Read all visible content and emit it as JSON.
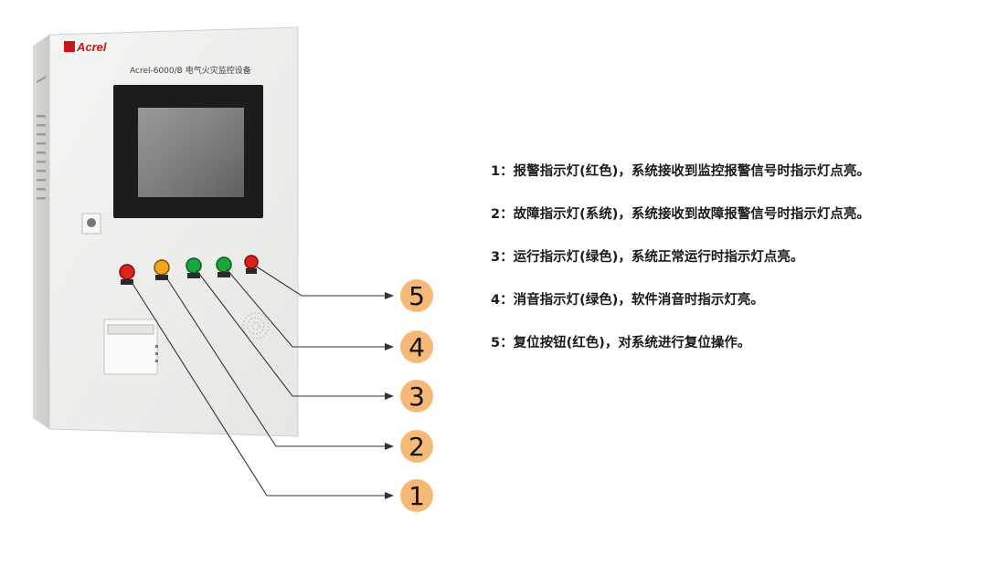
{
  "device": {
    "brand": "Acrel",
    "model_title": "Acrel-6000/B 电气火灾监控设备"
  },
  "colors": {
    "cabinet": "#eeeeec",
    "accent_red": "#c8161d",
    "callout_orange": "#f5b877",
    "lamp_red": "#e0201b",
    "lamp_yellow": "#f3a51b",
    "lamp_green": "#1aa63c"
  },
  "callouts": [
    {
      "num": "5",
      "lamp": "lamp-5"
    },
    {
      "num": "4",
      "lamp": "lamp-4"
    },
    {
      "num": "3",
      "lamp": "lamp-3"
    },
    {
      "num": "2",
      "lamp": "lamp-2"
    },
    {
      "num": "1",
      "lamp": "lamp-1"
    }
  ],
  "legend": [
    "1：报警指示灯(红色)，系统接收到监控报警信号时指示灯点亮。",
    "2：故障指示灯(系统)，系统接收到故障报警信号时指示灯点亮。",
    "3：运行指示灯(绿色)，系统正常运行时指示灯点亮。",
    "4：消音指示灯(绿色)，软件消音时指示灯亮。",
    "5：复位按钮(红色)，对系统进行复位操作。"
  ]
}
